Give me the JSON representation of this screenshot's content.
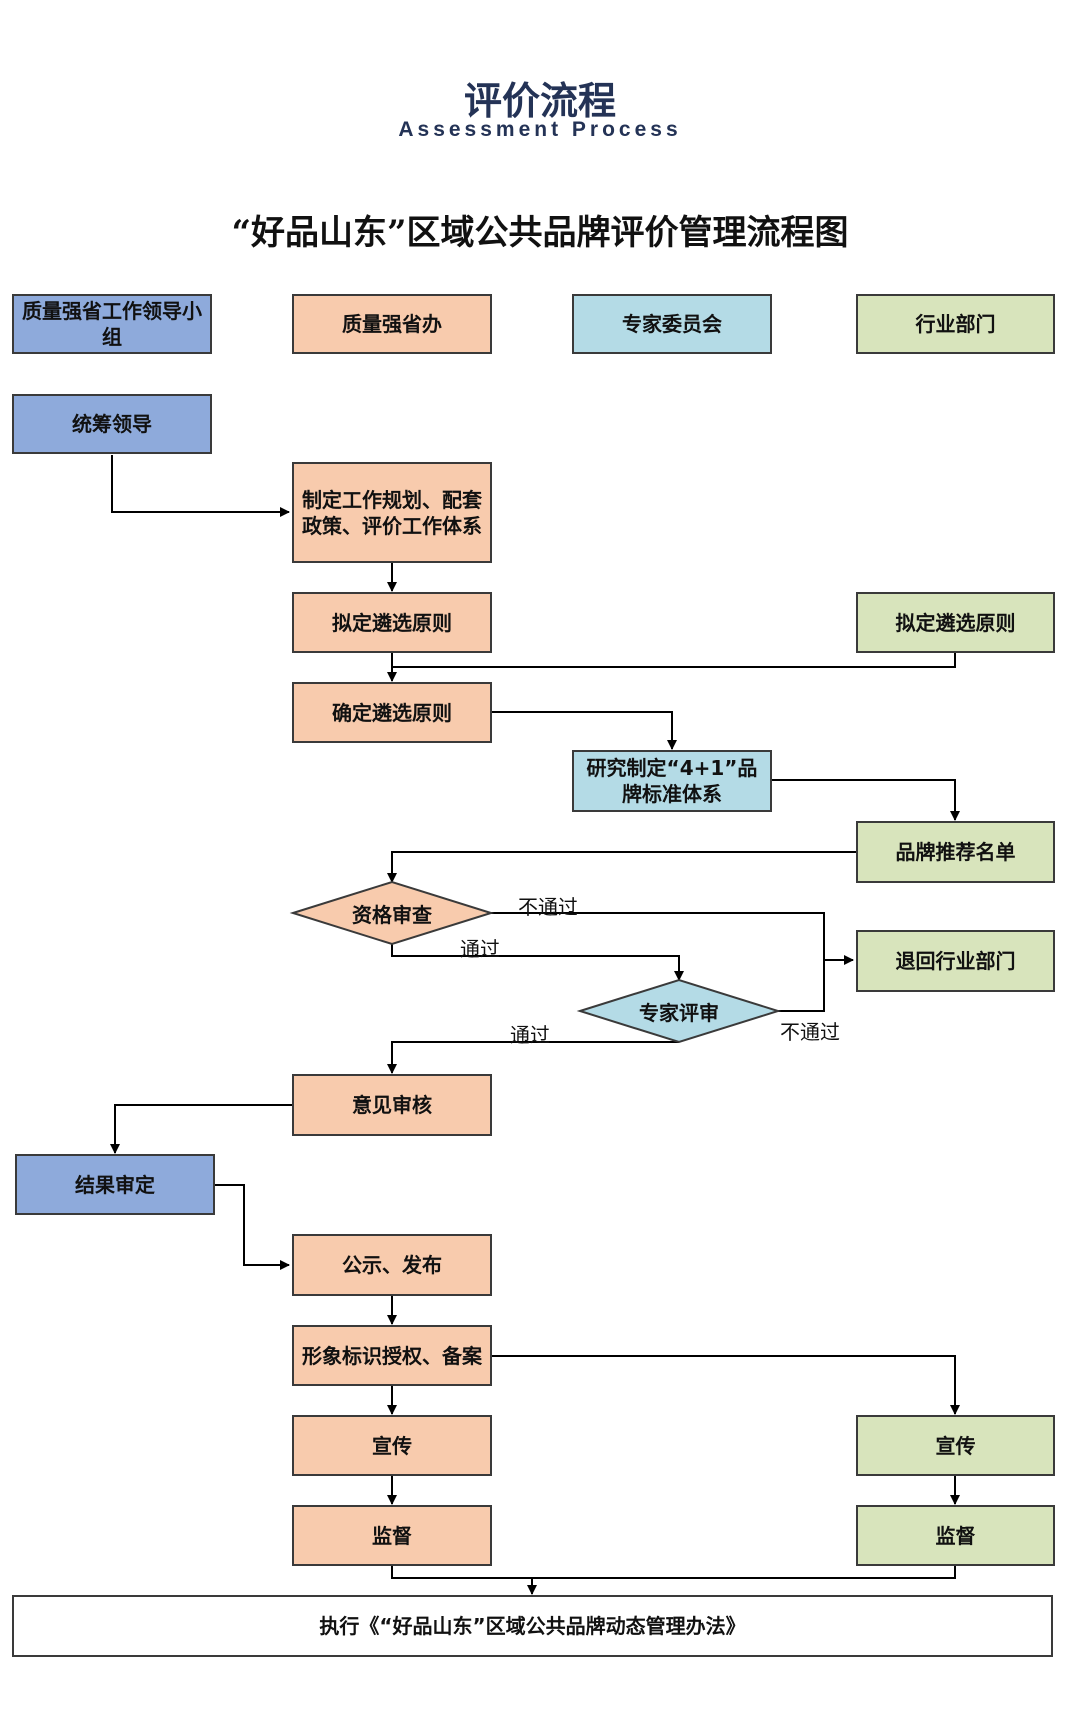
{
  "header": {
    "title": "评价流程",
    "subtitle": "Assessment Process",
    "chart_title": "“好品山东”区域公共品牌评价管理流程图"
  },
  "lanes": {
    "lane1": "质量强省工作领导小组",
    "lane2": "质量强省办",
    "lane3": "专家委员会",
    "lane4": "行业部门"
  },
  "nodes": {
    "coordinate": "统筹领导",
    "formulate_plan": "制定工作规划、配套政策、评价工作体系",
    "draft_principles_office": "拟定遴选原则",
    "draft_principles_industry": "拟定遴选原则",
    "confirm_principles": "确定遴选原则",
    "research_standard": "研究制定“4+1”品牌标准体系",
    "recommend_list": "品牌推荐名单",
    "qualification_review": "资格审查",
    "return_industry": "退回行业部门",
    "expert_review": "专家评审",
    "opinion_review": "意见审核",
    "result_confirm": "结果审定",
    "publicize": "公示、发布",
    "authorize": "形象标识授权、备案",
    "promote_office": "宣传",
    "promote_industry": "宣传",
    "supervise_office": "监督",
    "supervise_industry": "监督",
    "execute": "执行《“好品山东”区域公共品牌动态管理办法》"
  },
  "edge_labels": {
    "qual_fail": "不通过",
    "qual_pass": "通过",
    "expert_pass": "通过",
    "expert_fail": "不通过"
  },
  "colors": {
    "leadership_lane": "#8eaadb",
    "office_lane": "#f8cbad",
    "expert_lane": "#b4dbe6",
    "industry_lane": "#d8e4bc",
    "title": "#243356"
  }
}
